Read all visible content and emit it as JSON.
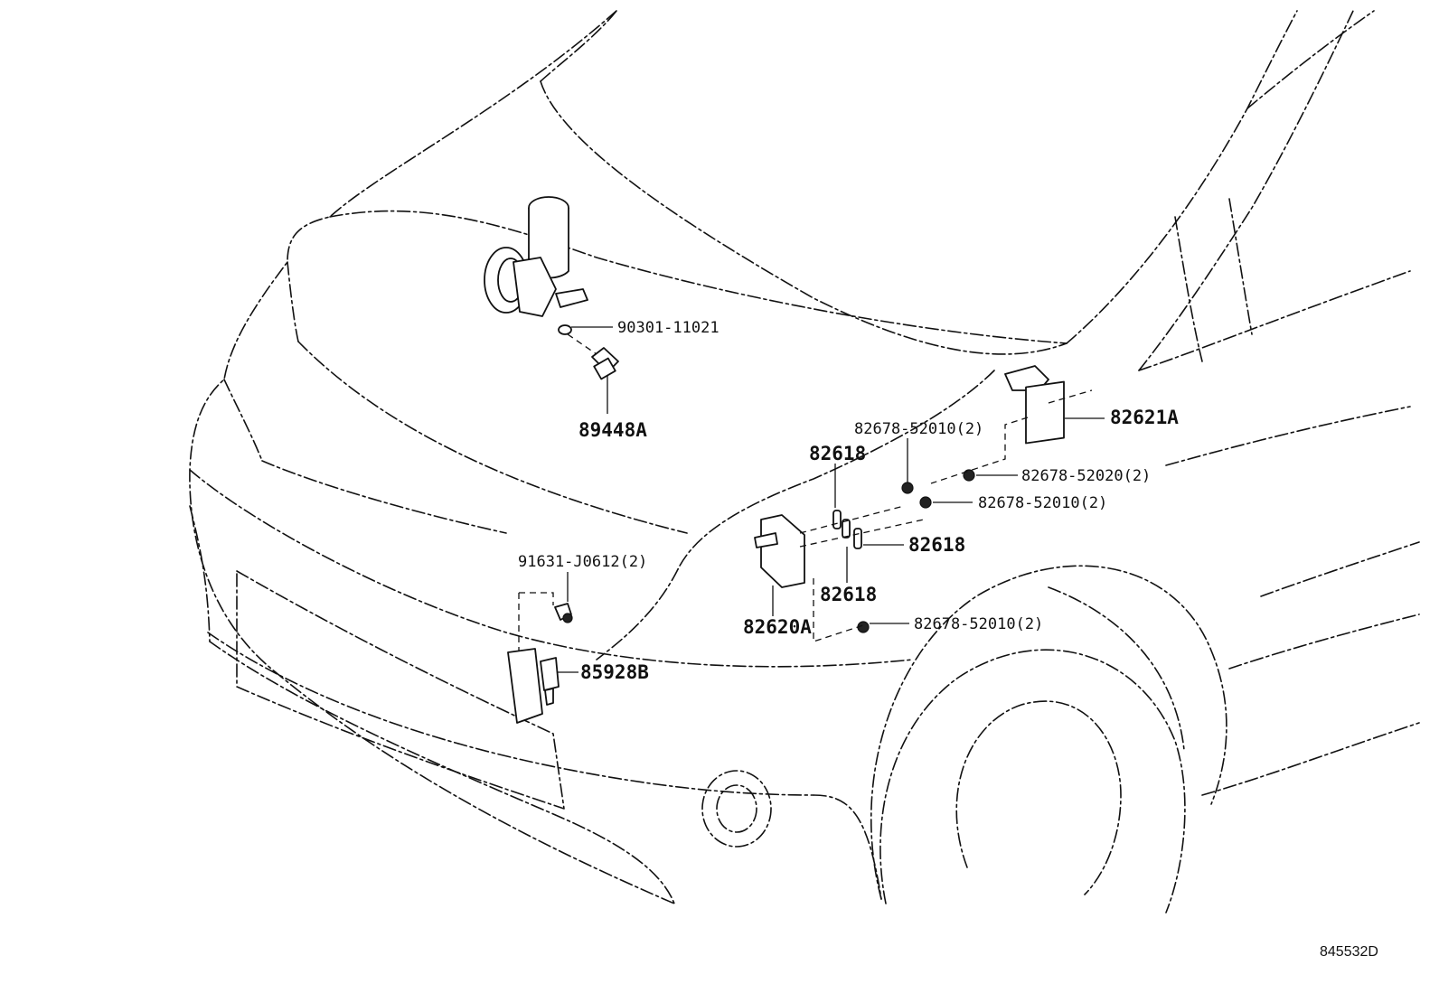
{
  "diagram": {
    "image_id": "845532D",
    "callouts": {
      "p90301": "90301-11021",
      "p89448a": "89448A",
      "p82621a": "82621A",
      "p82678_top": "82678-52010(2)",
      "p82618_top": "82618",
      "p82678_52020": "82678-52020(2)",
      "p82678_mid": "82678-52010(2)",
      "p82618_right": "82618",
      "p82618_bottom": "82618",
      "p82620a": "82620A",
      "p82678_bottom": "82678-52010(2)",
      "p91631": "91631-J0612(2)",
      "p85928b": "85928B"
    }
  }
}
